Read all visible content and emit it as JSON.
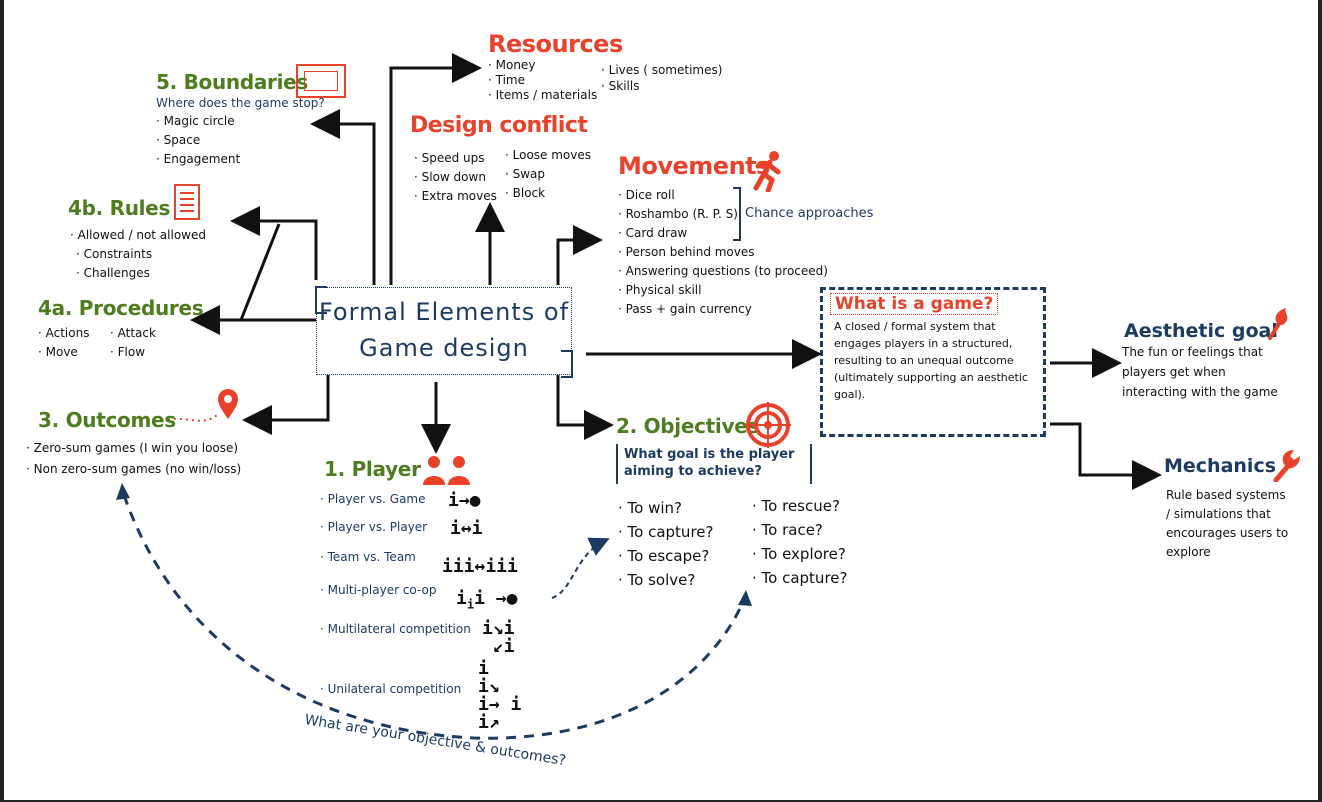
{
  "title": {
    "line1": "Formal Elements of",
    "line2": "Game design"
  },
  "resources": {
    "heading": "Resources",
    "col1": [
      "· Money",
      "· Time",
      "· Items / materials"
    ],
    "col2": [
      "· Lives ( sometimes)",
      "· Skills"
    ]
  },
  "boundaries": {
    "heading": "5. Boundaries",
    "question": "Where does the game stop?",
    "items": [
      "· Magic circle",
      "· Space",
      "· Engagement"
    ]
  },
  "design_conflict": {
    "heading": "Design conflict",
    "col1": [
      "· Speed ups",
      "· Slow down",
      "· Extra moves"
    ],
    "col2": [
      "· Loose moves",
      "· Swap",
      "· Block"
    ]
  },
  "movements": {
    "heading": "Movements",
    "items": [
      "· Dice roll",
      "· Roshambo (R. P. S)",
      "· Card draw",
      "· Person behind moves",
      "· Answering questions (to proceed)",
      "· Physical skill",
      "· Pass + gain currency"
    ],
    "bracket_note": "Chance approaches"
  },
  "rules": {
    "heading": "4b. Rules",
    "items": [
      "· Allowed / not allowed",
      "· Constraints",
      "· Challenges"
    ]
  },
  "procedures": {
    "heading": "4a. Procedures",
    "col1": [
      "· Actions",
      "· Move"
    ],
    "col2": [
      "· Attack",
      "· Flow"
    ]
  },
  "outcomes": {
    "heading": "3. Outcomes",
    "items": [
      "· Zero-sum games (I win you loose)",
      "· Non zero-sum games (no win/loss)"
    ]
  },
  "player": {
    "heading": "1. Player",
    "items": [
      "· Player vs. Game",
      "· Player vs. Player",
      "· Team vs. Team",
      "· Multi-player co-op",
      "· Multilateral competition",
      "· Unilateral competition"
    ]
  },
  "objectives": {
    "heading": "2. Objectives",
    "question": [
      "What goal is the player",
      "aiming to achieve?"
    ],
    "col1": [
      "· To win?",
      "· To capture?",
      "· To escape?",
      "· To solve?"
    ],
    "col2": [
      "· To rescue?",
      "· To race?",
      "· To explore?",
      "· To capture?"
    ]
  },
  "what_is_game": {
    "heading": "What is a game?",
    "text": [
      "A closed / formal system that",
      "engages players in a structured,",
      "resulting to an unequal outcome",
      "(ultimately supporting an aesthetic",
      "goal)."
    ]
  },
  "aesthetic": {
    "heading": "Aesthetic goal",
    "text": [
      "The fun or feelings that",
      "players get when",
      "interacting with the game"
    ]
  },
  "mechanics": {
    "heading": "Mechanics",
    "text": [
      "Rule based systems",
      "/ simulations that",
      "encourages users to",
      "explore"
    ]
  },
  "curve_label": "What are your objective & outcomes?",
  "colors": {
    "red": "#e8422b",
    "green": "#4e7d1f",
    "navy": "#1d3b61"
  }
}
